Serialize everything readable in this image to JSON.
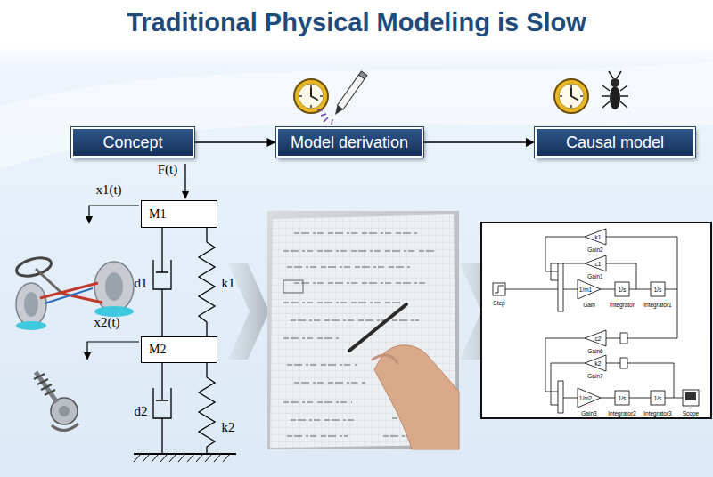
{
  "diagram": {
    "title": "Traditional Physical Modeling is Slow",
    "nodes": [
      {
        "text": [
          "Concept"
        ]
      },
      {
        "text": [
          "Model derivation"
        ]
      },
      {
        "text": [
          "Causal model"
        ]
      },
      {
        "text": [
          "M1"
        ]
      },
      {
        "text": [
          "M2"
        ]
      }
    ],
    "edges": [
      {
        "from": 0,
        "to": 1,
        "arrow": "to"
      },
      {
        "from": 1,
        "to": 2,
        "arrow": "to"
      }
    ],
    "labels": [
      "F(t)",
      "x1(t)",
      "d1",
      "k1",
      "x2(t)",
      "d2",
      "k2",
      "k1",
      "Gain2",
      "c1",
      "Gain1",
      "1/m1",
      "Gain",
      "1/s",
      "Integrator",
      "1/s",
      "Integrator1",
      "c2",
      "Gain6",
      "k2",
      "Gain7",
      "1/m2",
      "Gain3",
      "1/s",
      "Integrator2",
      "1/s",
      "Integrator3",
      "Scope",
      "Step"
    ]
  }
}
